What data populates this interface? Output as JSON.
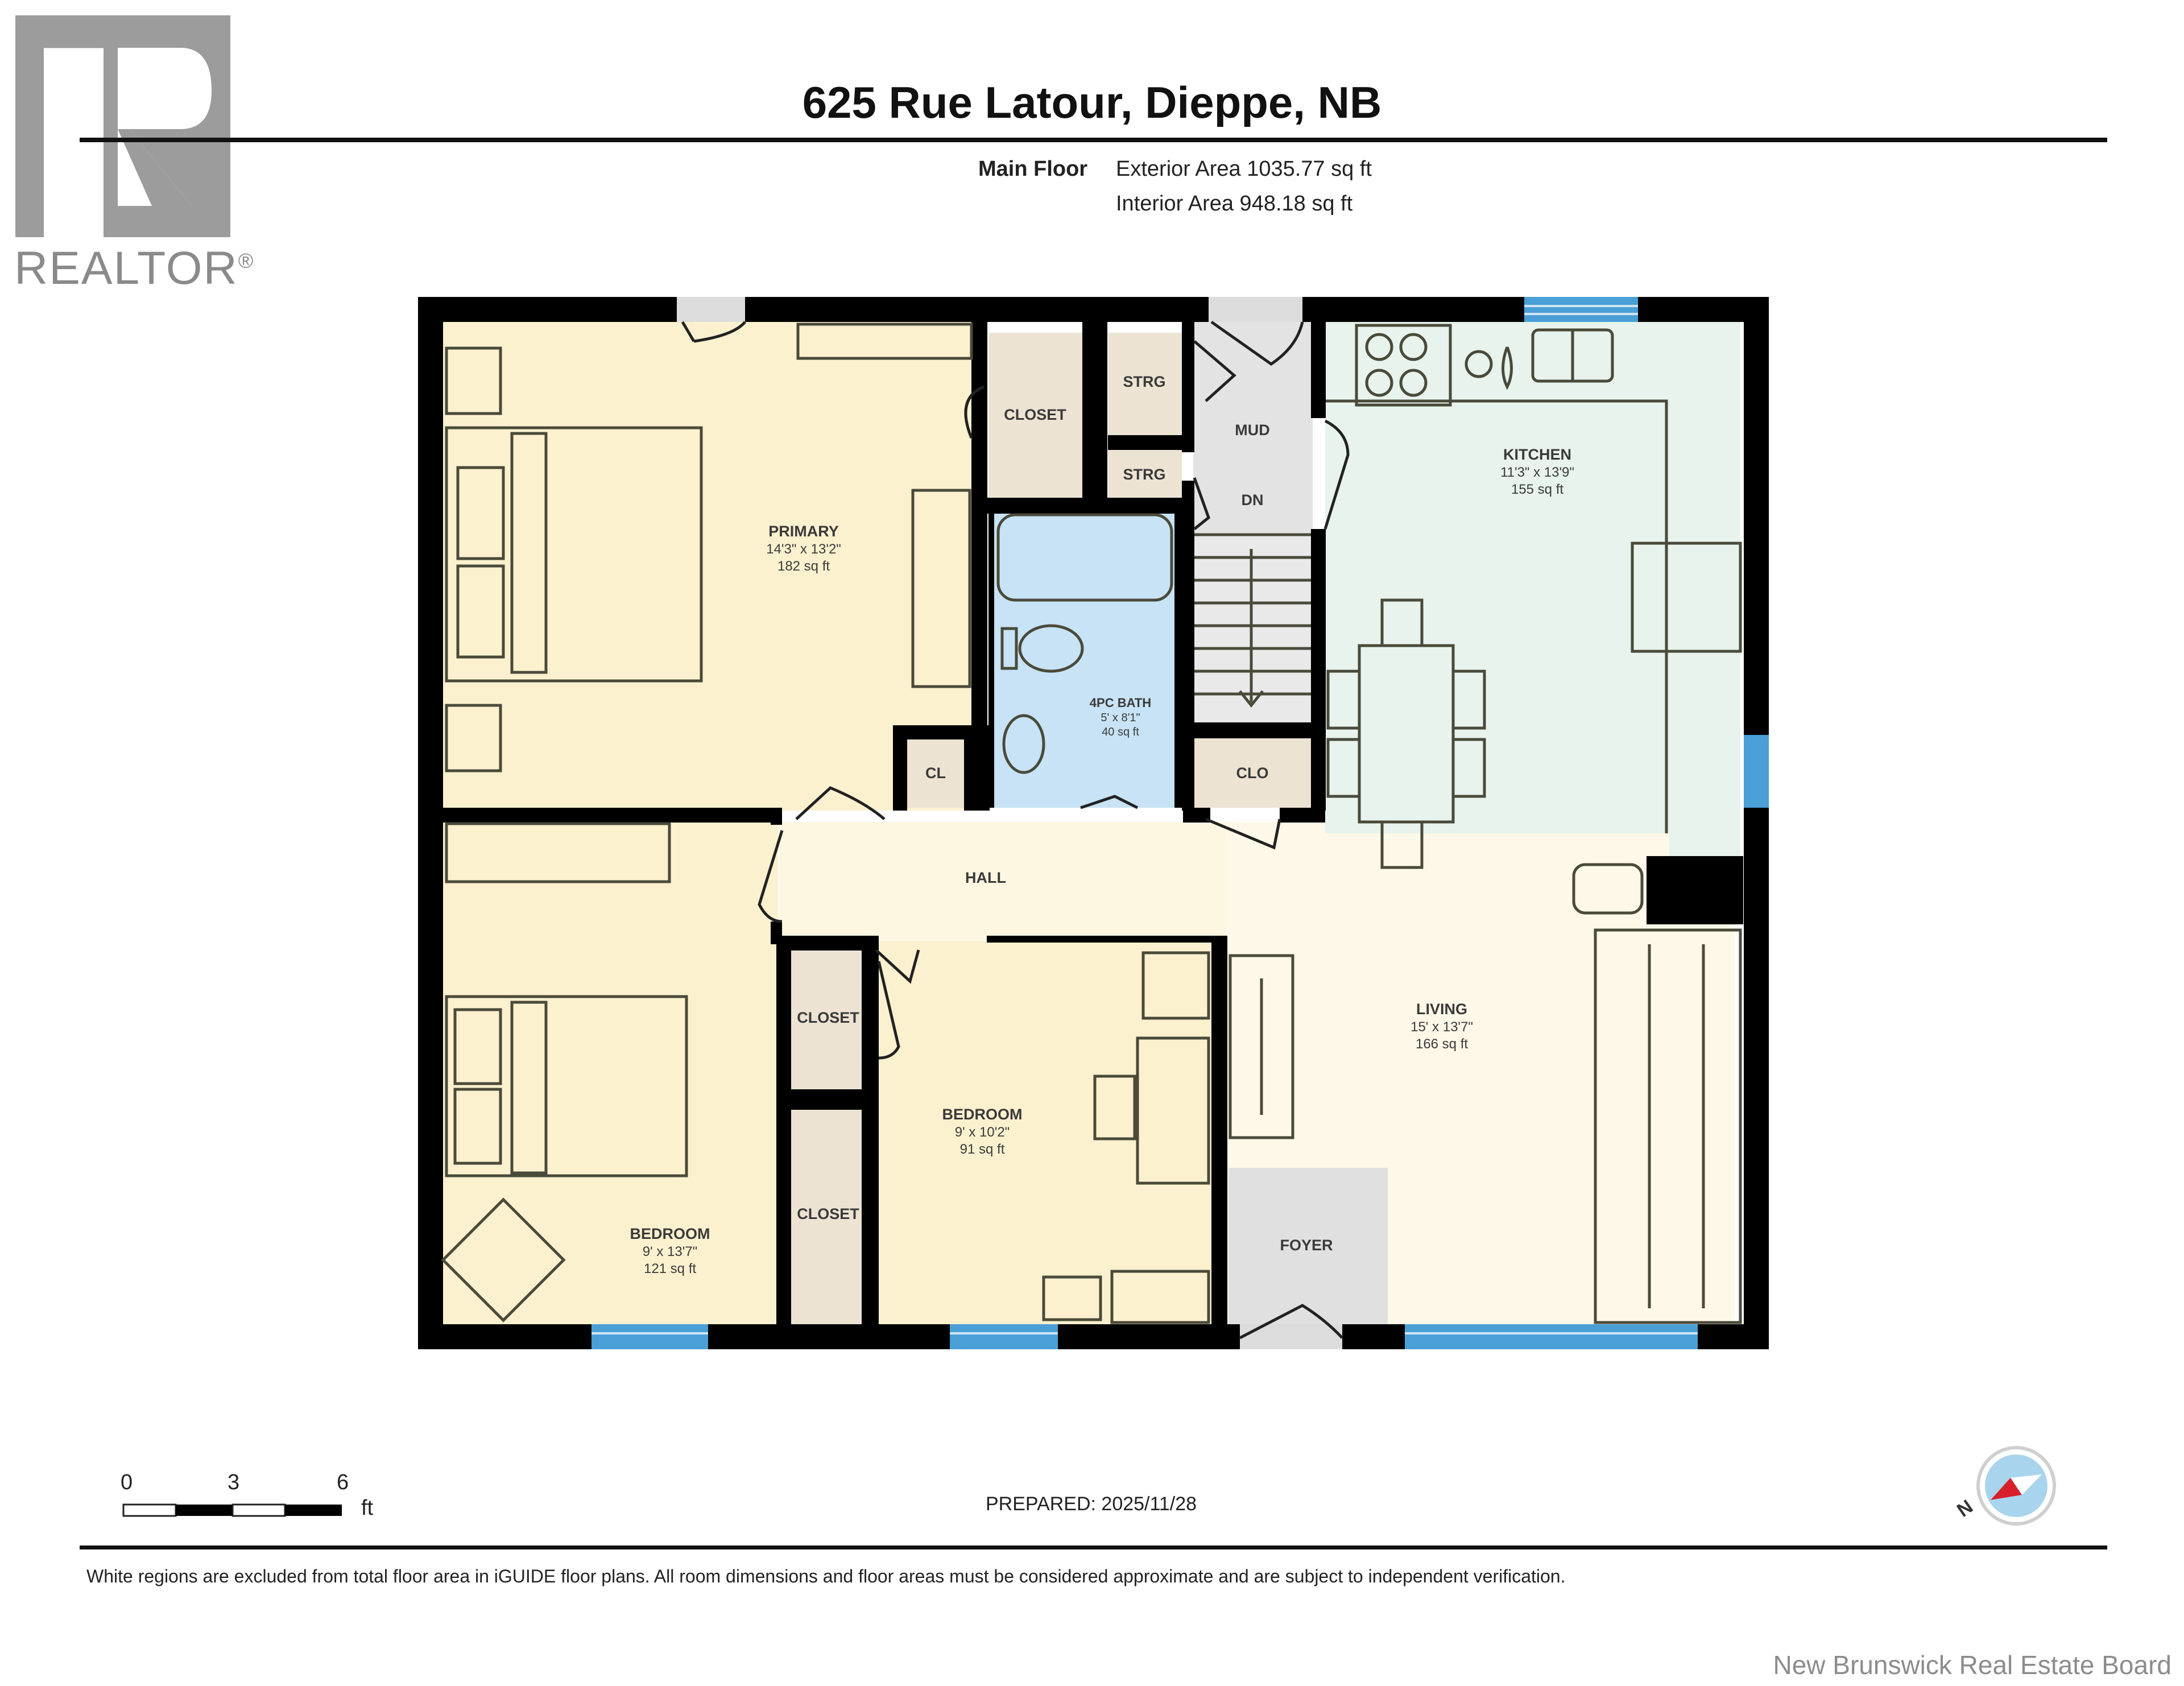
{
  "header": {
    "title": "625 Rue Latour, Dieppe, NB",
    "floor_name": "Main Floor",
    "exterior_area": "Exterior Area 1035.77 sq ft",
    "interior_area": "Interior Area 948.18 sq ft"
  },
  "logo": {
    "text": "REALTOR",
    "registered_mark": "®",
    "letter": "R"
  },
  "rooms": {
    "primary": {
      "name": "PRIMARY",
      "dims": "14'3\" x 13'2\"",
      "area": "182 sq ft"
    },
    "kitchen": {
      "name": "KITCHEN",
      "dims": "11'3\" x 13'9\"",
      "area": "155 sq ft"
    },
    "bath": {
      "name": "4PC BATH",
      "dims": "5' x 8'1\"",
      "area": "40 sq ft"
    },
    "living": {
      "name": "LIVING",
      "dims": "15' x 13'7\"",
      "area": "166 sq ft"
    },
    "bedroom_center": {
      "name": "BEDROOM",
      "dims": "9' x 10'2\"",
      "area": "91 sq ft"
    },
    "bedroom_left": {
      "name": "BEDROOM",
      "dims": "9' x 13'7\"",
      "area": "121 sq ft"
    },
    "closet_primary": {
      "name": "CLOSET"
    },
    "strg_top": {
      "name": "STRG"
    },
    "strg_bottom": {
      "name": "STRG"
    },
    "mud": {
      "name": "MUD"
    },
    "stairs_dn": {
      "name": "DN"
    },
    "cl": {
      "name": "CL"
    },
    "clo": {
      "name": "CLO"
    },
    "hall": {
      "name": "HALL"
    },
    "closet_upper": {
      "name": "CLOSET"
    },
    "closet_lower": {
      "name": "CLOSET"
    },
    "foyer": {
      "name": "FOYER"
    }
  },
  "scale_bar": {
    "ticks": [
      "0",
      "3",
      "6"
    ],
    "unit": "ft"
  },
  "compass": {
    "label": "N"
  },
  "footer": {
    "prepared": "PREPARED: 2025/11/28",
    "disclaimer": "White regions are excluded from total floor area in iGUIDE floor plans. All room dimensions and floor areas must be considered approximate and are subject to independent verification.",
    "board": "New Brunswick Real Estate Board"
  },
  "colors": {
    "bedroom_fill": "#fcf1cf",
    "kitchen_fill": "#e7f3ec",
    "bath_fill": "#c7e3f5",
    "closet_fill": "#ece3d3",
    "mud_fill": "#e3e3e3",
    "hall_fill": "#fdf7e1",
    "living_fill": "#fdf8e8",
    "wall": "#000000",
    "window": "#4a9fd6",
    "compass_red": "#d8202a"
  }
}
